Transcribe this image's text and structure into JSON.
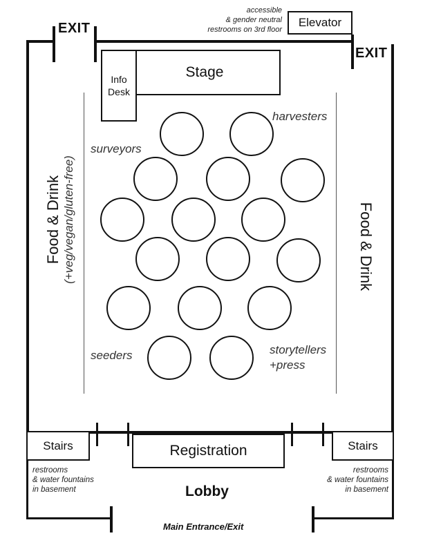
{
  "exits": {
    "top_left": "EXIT",
    "top_right": "EXIT",
    "main": "Main Entrance/Exit"
  },
  "elevator": {
    "label": "Elevator",
    "note": [
      "accessible",
      "& gender neutral",
      "restrooms on 3rd floor"
    ]
  },
  "stage": "Stage",
  "info_desk": [
    "Info",
    "Desk"
  ],
  "food_left": {
    "title": "Food & Drink",
    "sub": "(+veg/vegan/gluten-free)"
  },
  "food_right": "Food & Drink",
  "zones": {
    "surveyors": "surveyors",
    "harvesters": "harvesters",
    "seeders": "seeders",
    "storytellers": [
      "storytellers",
      "+press"
    ]
  },
  "registration": "Registration",
  "lobby": "Lobby",
  "stairs_left": "Stairs",
  "stairs_right": "Stairs",
  "basement_note": [
    "restrooms",
    "& water fountains",
    "in basement"
  ],
  "table_count": 16
}
